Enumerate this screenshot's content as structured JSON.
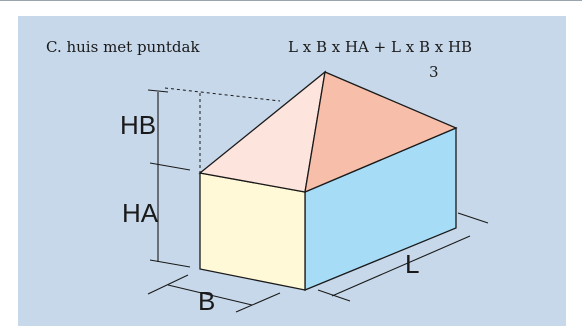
{
  "title": "C. huis met puntdak",
  "formula": {
    "numerator": "L x B x HA + L x B x HB",
    "denominator": "3"
  },
  "labels": {
    "hb": "HB",
    "ha": "HA",
    "b": "B",
    "l": "L"
  },
  "colors": {
    "background": "#c7d8ea",
    "front_wall": "#fff9d8",
    "side_wall": "#a6dcf6",
    "roof_left": "#fde5de",
    "roof_right": "#f7bfaa",
    "stroke": "#1a1a1a"
  }
}
